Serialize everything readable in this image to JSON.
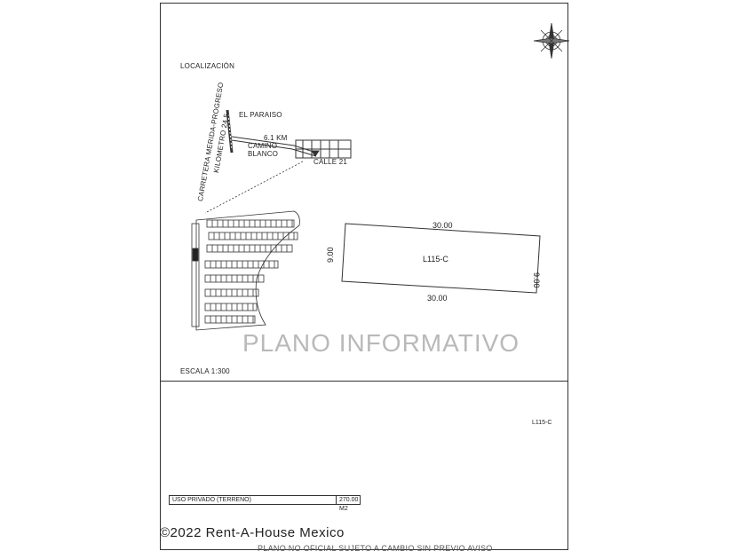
{
  "labels": {
    "localizacion": "LOCALIZACIÓN",
    "road": "CARRETERA MERIDA-PROGRESO",
    "km": "KILOMETRO 24.5",
    "paraiso": "EL PARAISO",
    "distance": "6.1 KM",
    "camino": "CAMINO",
    "blanco": "BLANCO",
    "calle": "CALLE 21",
    "scale": "ESCALA 1:300",
    "lot_code_bottom": "L115-C"
  },
  "lot": {
    "id": "L115-C",
    "top_dim": "30.00",
    "bottom_dim": "30.00",
    "left_dim": "9.00",
    "right_dim": "9.00"
  },
  "watermark": "PLANO INFORMATIVO",
  "area_table": {
    "label": "USO PRIVADO (TERRENO)",
    "value": "270.00 M2"
  },
  "footer": {
    "copyright": "©2022 Rent-A-House Mexico",
    "disclaimer": "PLANO NO OFICIAL SUJETO A CAMBIO SIN PREVIO AVISO"
  },
  "colors": {
    "line": "#333333",
    "watermark": "#b9b9b9"
  }
}
